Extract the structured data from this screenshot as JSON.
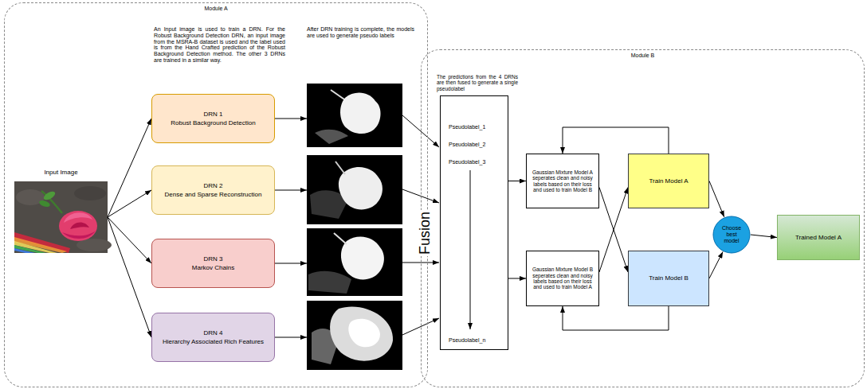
{
  "diagram": {
    "nodes": [
      {
        "text": [
          "Module A"
        ]
      },
      {
        "text": [
          "Module B"
        ]
      },
      {
        "text": [
          "Input Image"
        ],
        "in": 0
      },
      {
        "text": [
          "DRN 1",
          "Robust Background Detection"
        ],
        "in": 0
      },
      {
        "text": [
          "DRN 2",
          "Dense and Sparse Reconstruction"
        ],
        "in": 0
      },
      {
        "text": [
          "DRN 3",
          "Markov Chains"
        ],
        "in": 0
      },
      {
        "text": [
          "DRN 4",
          "Hierarchy Associated Rich Features"
        ],
        "in": 0
      },
      {
        "text": [
          "Fusion",
          "Pseudolabel_1",
          "Pseudolabel_2",
          "Pseudolabel_3",
          "Pseudolabel_n"
        ],
        "in": 1
      },
      {
        "text": [
          "Gaussian Mixture Model A seperates clean and noisy labels based on their loss and used to train Model B"
        ],
        "in": 1
      },
      {
        "text": [
          "Gaussian Mixture Model B seperates clean and noisy labels based on their loss and used to train Model A"
        ],
        "in": 1
      },
      {
        "text": [
          "Train Model A"
        ],
        "in": 1
      },
      {
        "text": [
          "Train Model B"
        ],
        "in": 1
      },
      {
        "text": [
          "Choose best model"
        ],
        "in": 1
      },
      {
        "text": [
          "Trained Model A"
        ],
        "in": 1
      }
    ],
    "edges": [
      {
        "from": 2,
        "to": 3,
        "arrow": "to"
      },
      {
        "from": 2,
        "to": 4,
        "arrow": "to"
      },
      {
        "from": 2,
        "to": 5,
        "arrow": "to"
      },
      {
        "from": 2,
        "to": 6,
        "arrow": "to"
      },
      {
        "from": 7,
        "to": 8,
        "arrow": "to"
      },
      {
        "from": 7,
        "to": 9,
        "arrow": "to"
      },
      {
        "from": 8,
        "to": 11,
        "arrow": "to"
      },
      {
        "from": 9,
        "to": 10,
        "arrow": "to"
      },
      {
        "from": 10,
        "to": 8,
        "arrow": "to"
      },
      {
        "from": 11,
        "to": 9,
        "arrow": "to"
      },
      {
        "from": 10,
        "to": 12,
        "arrow": "to"
      },
      {
        "from": 11,
        "to": 12,
        "arrow": "to"
      },
      {
        "from": 12,
        "to": 13,
        "arrow": "to"
      }
    ],
    "labels": [
      "An Input image is used to train a DRN. For the Robust Background Detection DRN, an input image from the MSRA-B dataset is used and the label used is from the Hand Crafted prediction of the Robust Background Detection method. The other 3 DRNs are trained in a similar way.",
      "After DRN training is complete, the models are used to generate pseudo labels",
      "The predictions from the 4 DRNs are then fused to generate a single pseudolabel"
    ]
  }
}
